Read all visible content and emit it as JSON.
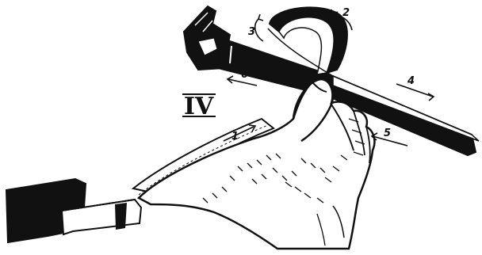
{
  "figure": {
    "plate_label": "IV",
    "step_labels": [
      "1",
      "2",
      "3",
      "4",
      "5",
      "6"
    ],
    "ink_color": "#111111",
    "paper_color": "#ffffff"
  }
}
